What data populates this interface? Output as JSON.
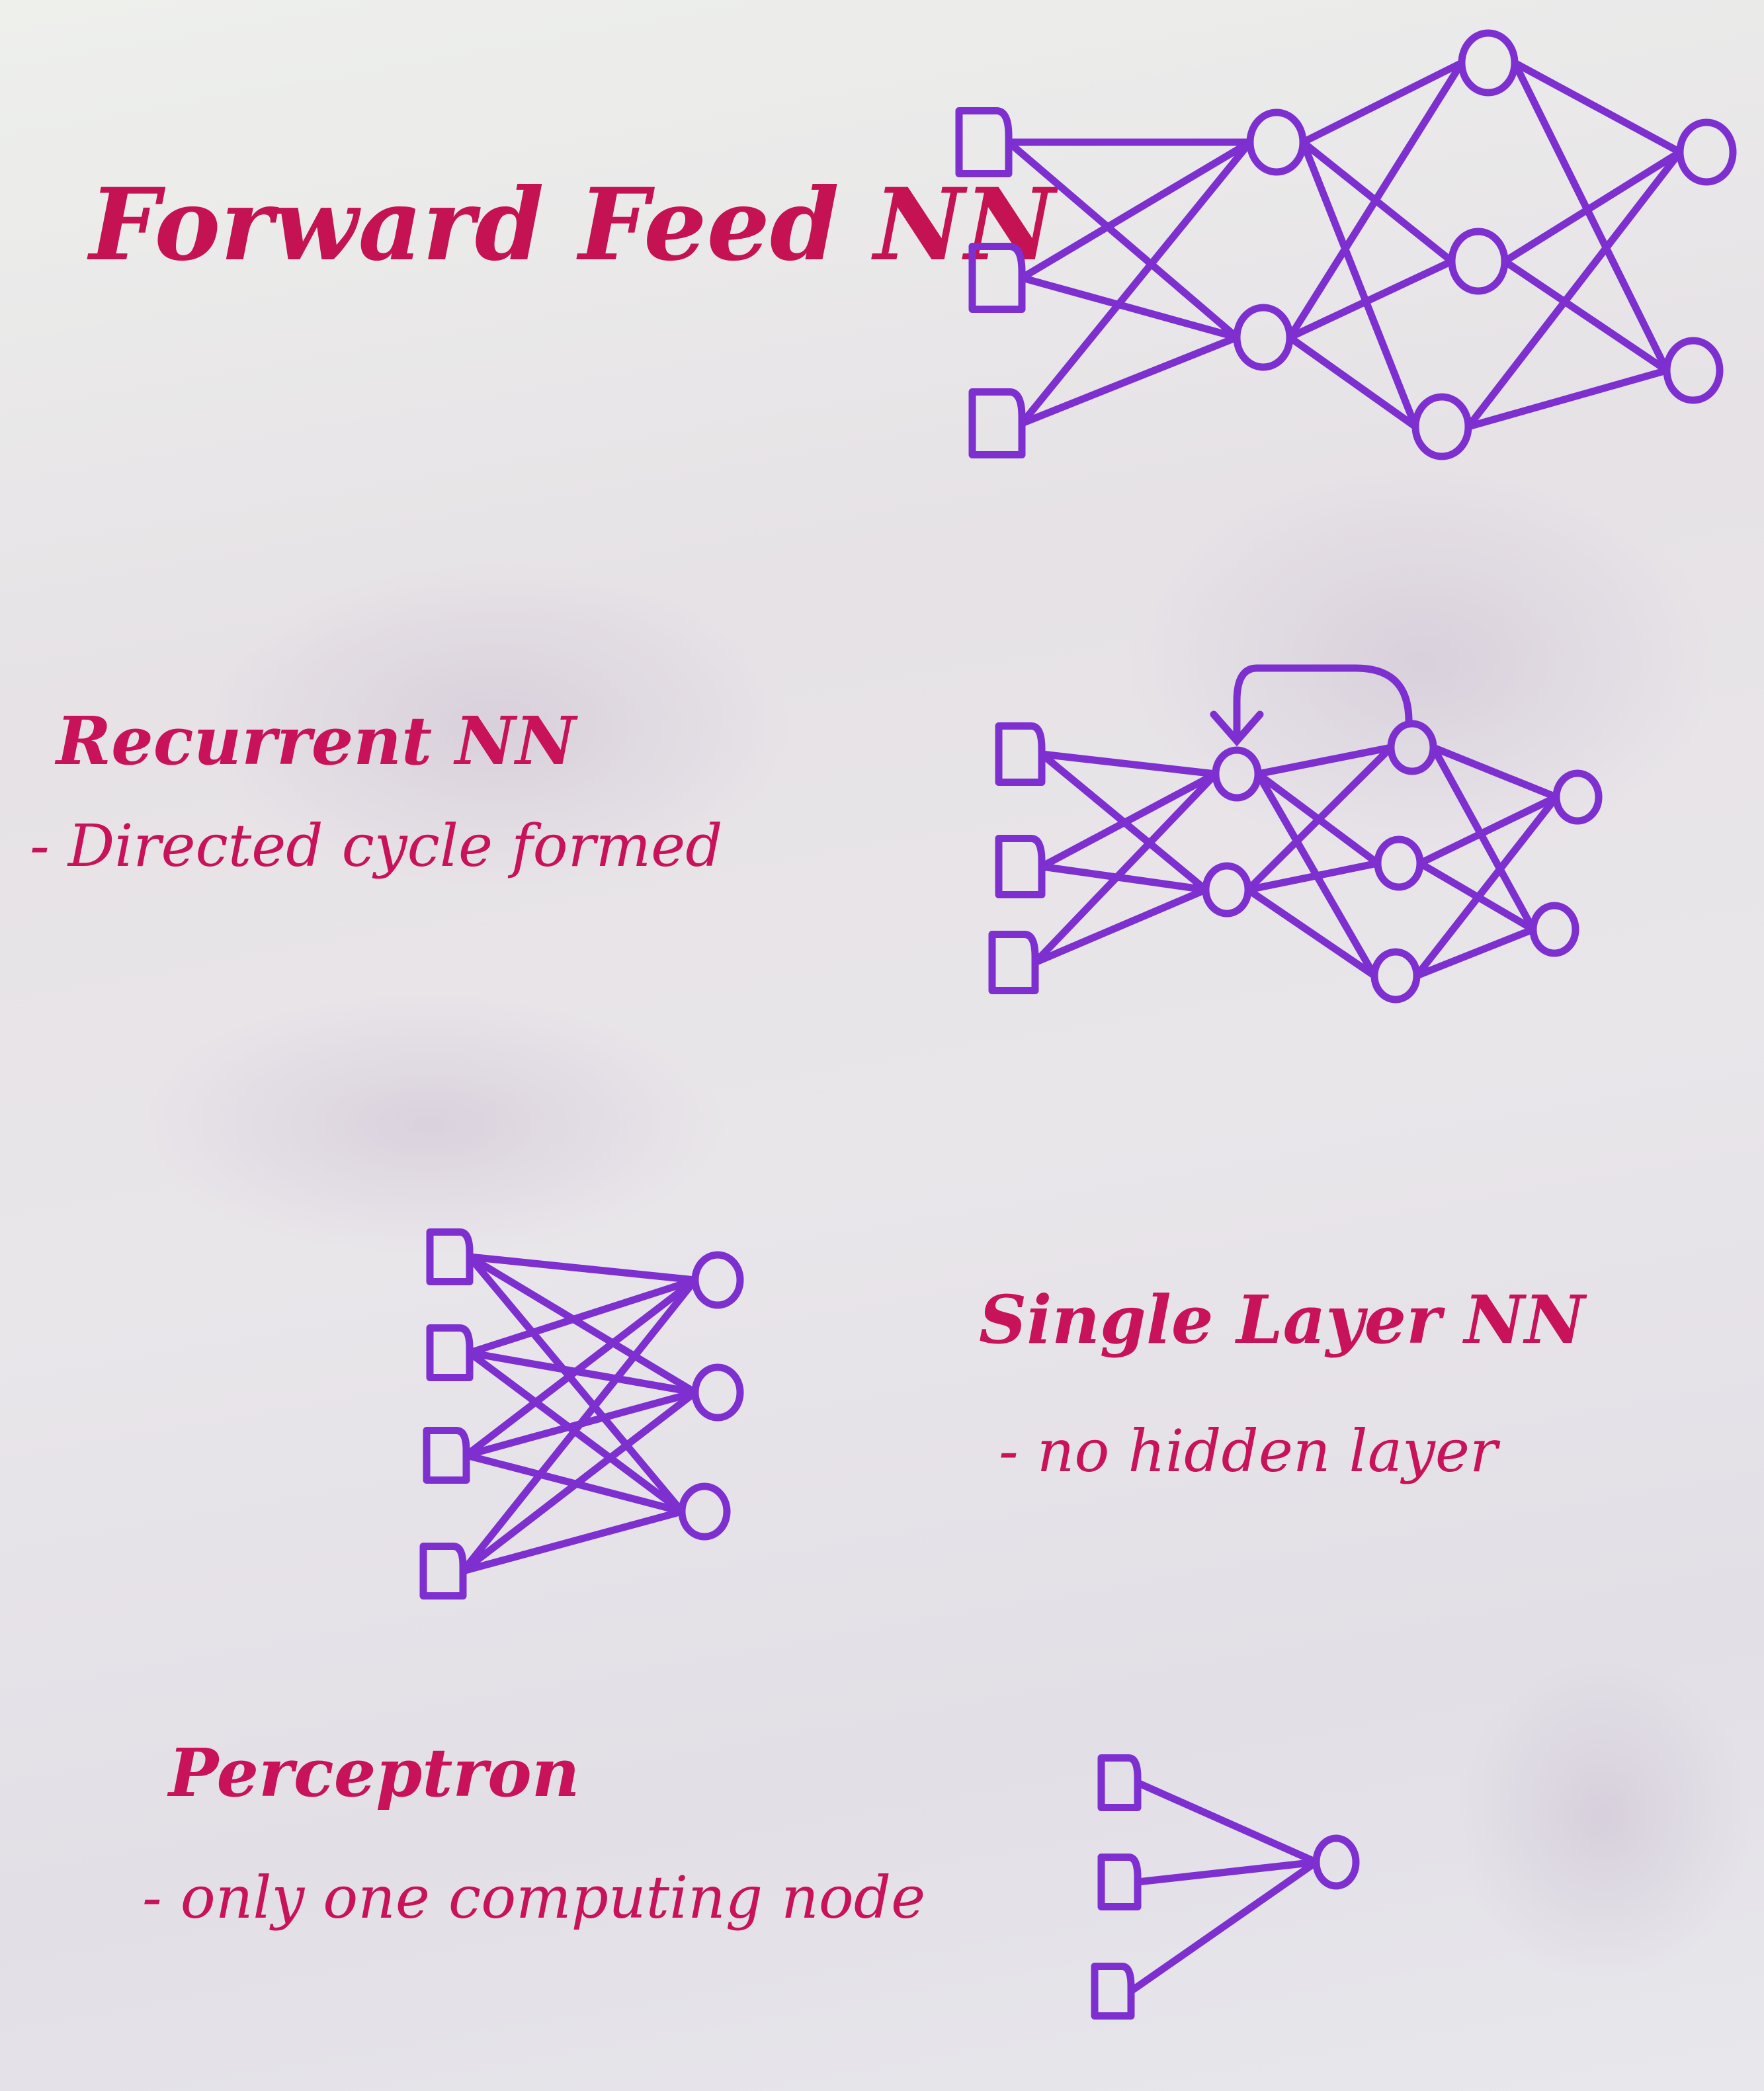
{
  "colors": {
    "ink": "#7d2fd0",
    "text": "#c8125a"
  },
  "sections": {
    "feedforward": {
      "title": "Forward Feed NN"
    },
    "recurrent": {
      "title": "Recurrent NN",
      "note": "- Directed cycle formed"
    },
    "single_layer": {
      "title": "Single Layer NN",
      "note": "- no hidden layer"
    },
    "perceptron": {
      "title": "Perceptron",
      "note": "- only one computing node"
    }
  },
  "diagrams": {
    "feedforward": {
      "layers": [
        3,
        2,
        3,
        2
      ],
      "input_shape": "square",
      "node_shape": "circle"
    },
    "recurrent": {
      "layers": [
        3,
        2,
        3,
        2
      ],
      "feedback": "hidden layer 2 -> hidden layer 1",
      "input_shape": "square",
      "node_shape": "circle"
    },
    "single_layer": {
      "layers": [
        4,
        3
      ],
      "input_shape": "square",
      "node_shape": "circle"
    },
    "perceptron": {
      "layers": [
        3,
        1
      ],
      "input_shape": "square",
      "node_shape": "circle"
    }
  }
}
